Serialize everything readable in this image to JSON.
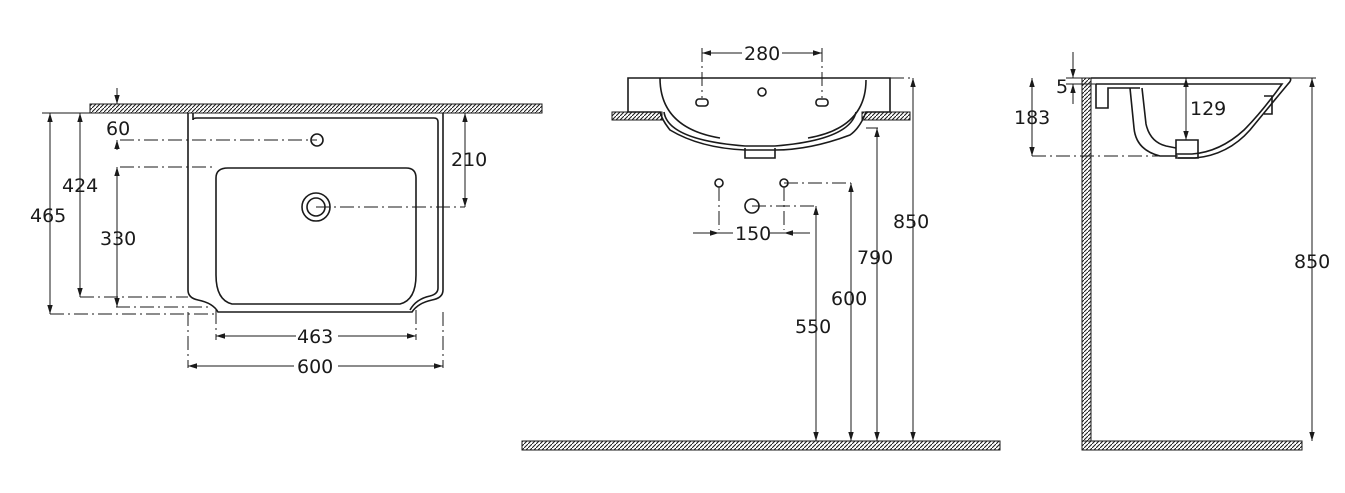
{
  "front_view": {
    "overall_height": "465",
    "tap_to_bowl_height": "424",
    "tap_hole_offset": "60",
    "bowl_depth": "330",
    "waste_offset": "210",
    "bowl_width": "463",
    "overall_width": "600"
  },
  "side_view": {
    "tap_spacing": "280",
    "supply_spacing": "150",
    "waste_height": "550",
    "supply_height": "600",
    "basin_bottom_height": "790",
    "rim_height": "850"
  },
  "profile_view": {
    "rim_thickness": "5",
    "basin_depth": "183",
    "bowl_depth": "129",
    "rim_height": "850"
  }
}
